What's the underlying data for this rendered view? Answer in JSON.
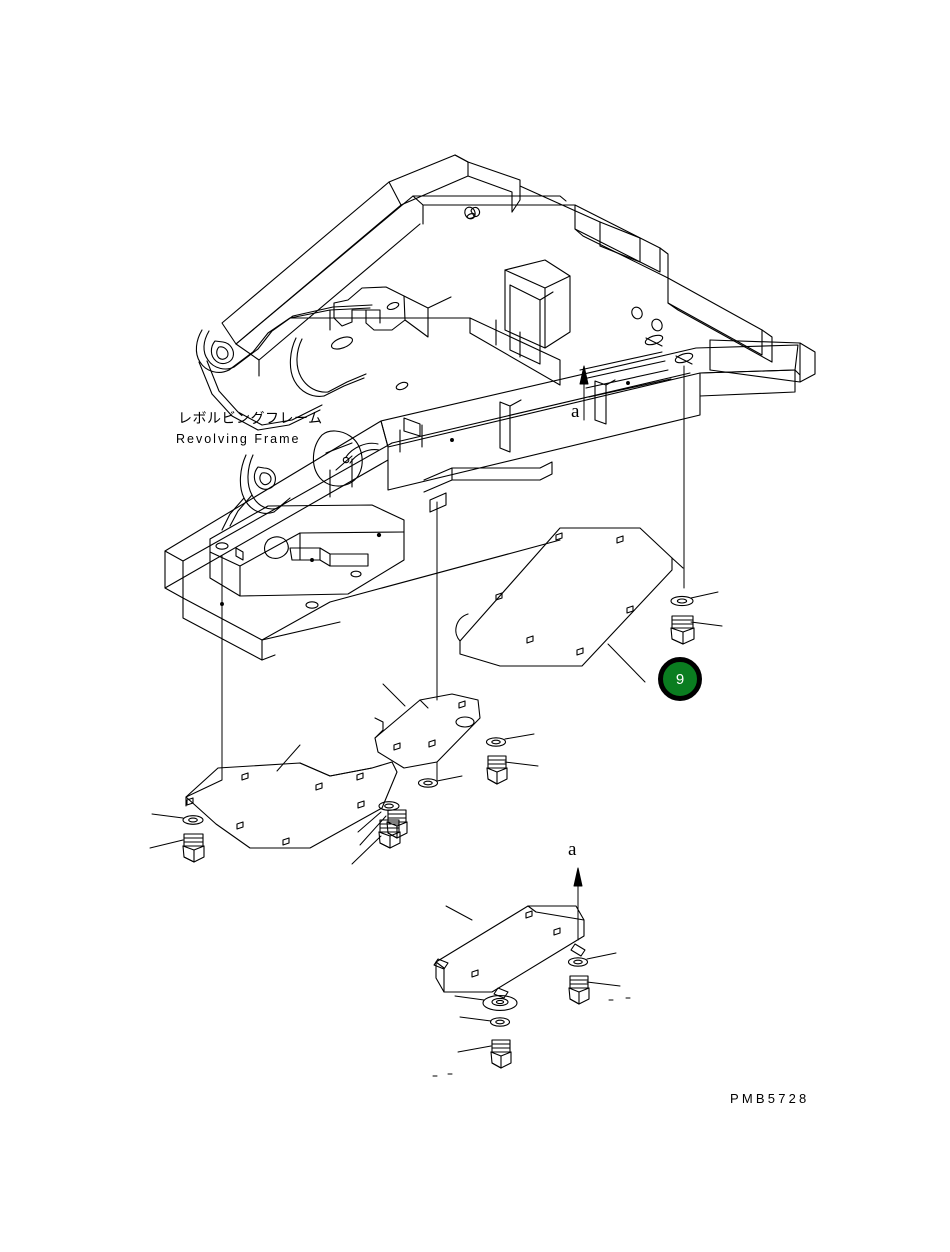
{
  "drawing": {
    "code": "PMB5728",
    "background_color": "#ffffff",
    "line_color": "#000000",
    "title_jp": "レボルビングフレーム",
    "title_en": "Revolving Frame"
  },
  "labels": {
    "frame_jp": "レボルビングフレーム",
    "frame_en": "Revolving Frame",
    "callout_upper": "a",
    "callout_lower": "a"
  },
  "badges": [
    {
      "number": "9",
      "fill_color": "#0a7d20",
      "ring_color": "#000000",
      "text_color": "#ffffff"
    }
  ],
  "parts": {
    "main_assembly": "revolving-frame",
    "covers": [
      "large-under-cover",
      "left-notched-cover",
      "center-cover",
      "lower-cover"
    ],
    "fasteners": [
      "bolt",
      "lock-washer",
      "flat-washer"
    ]
  }
}
